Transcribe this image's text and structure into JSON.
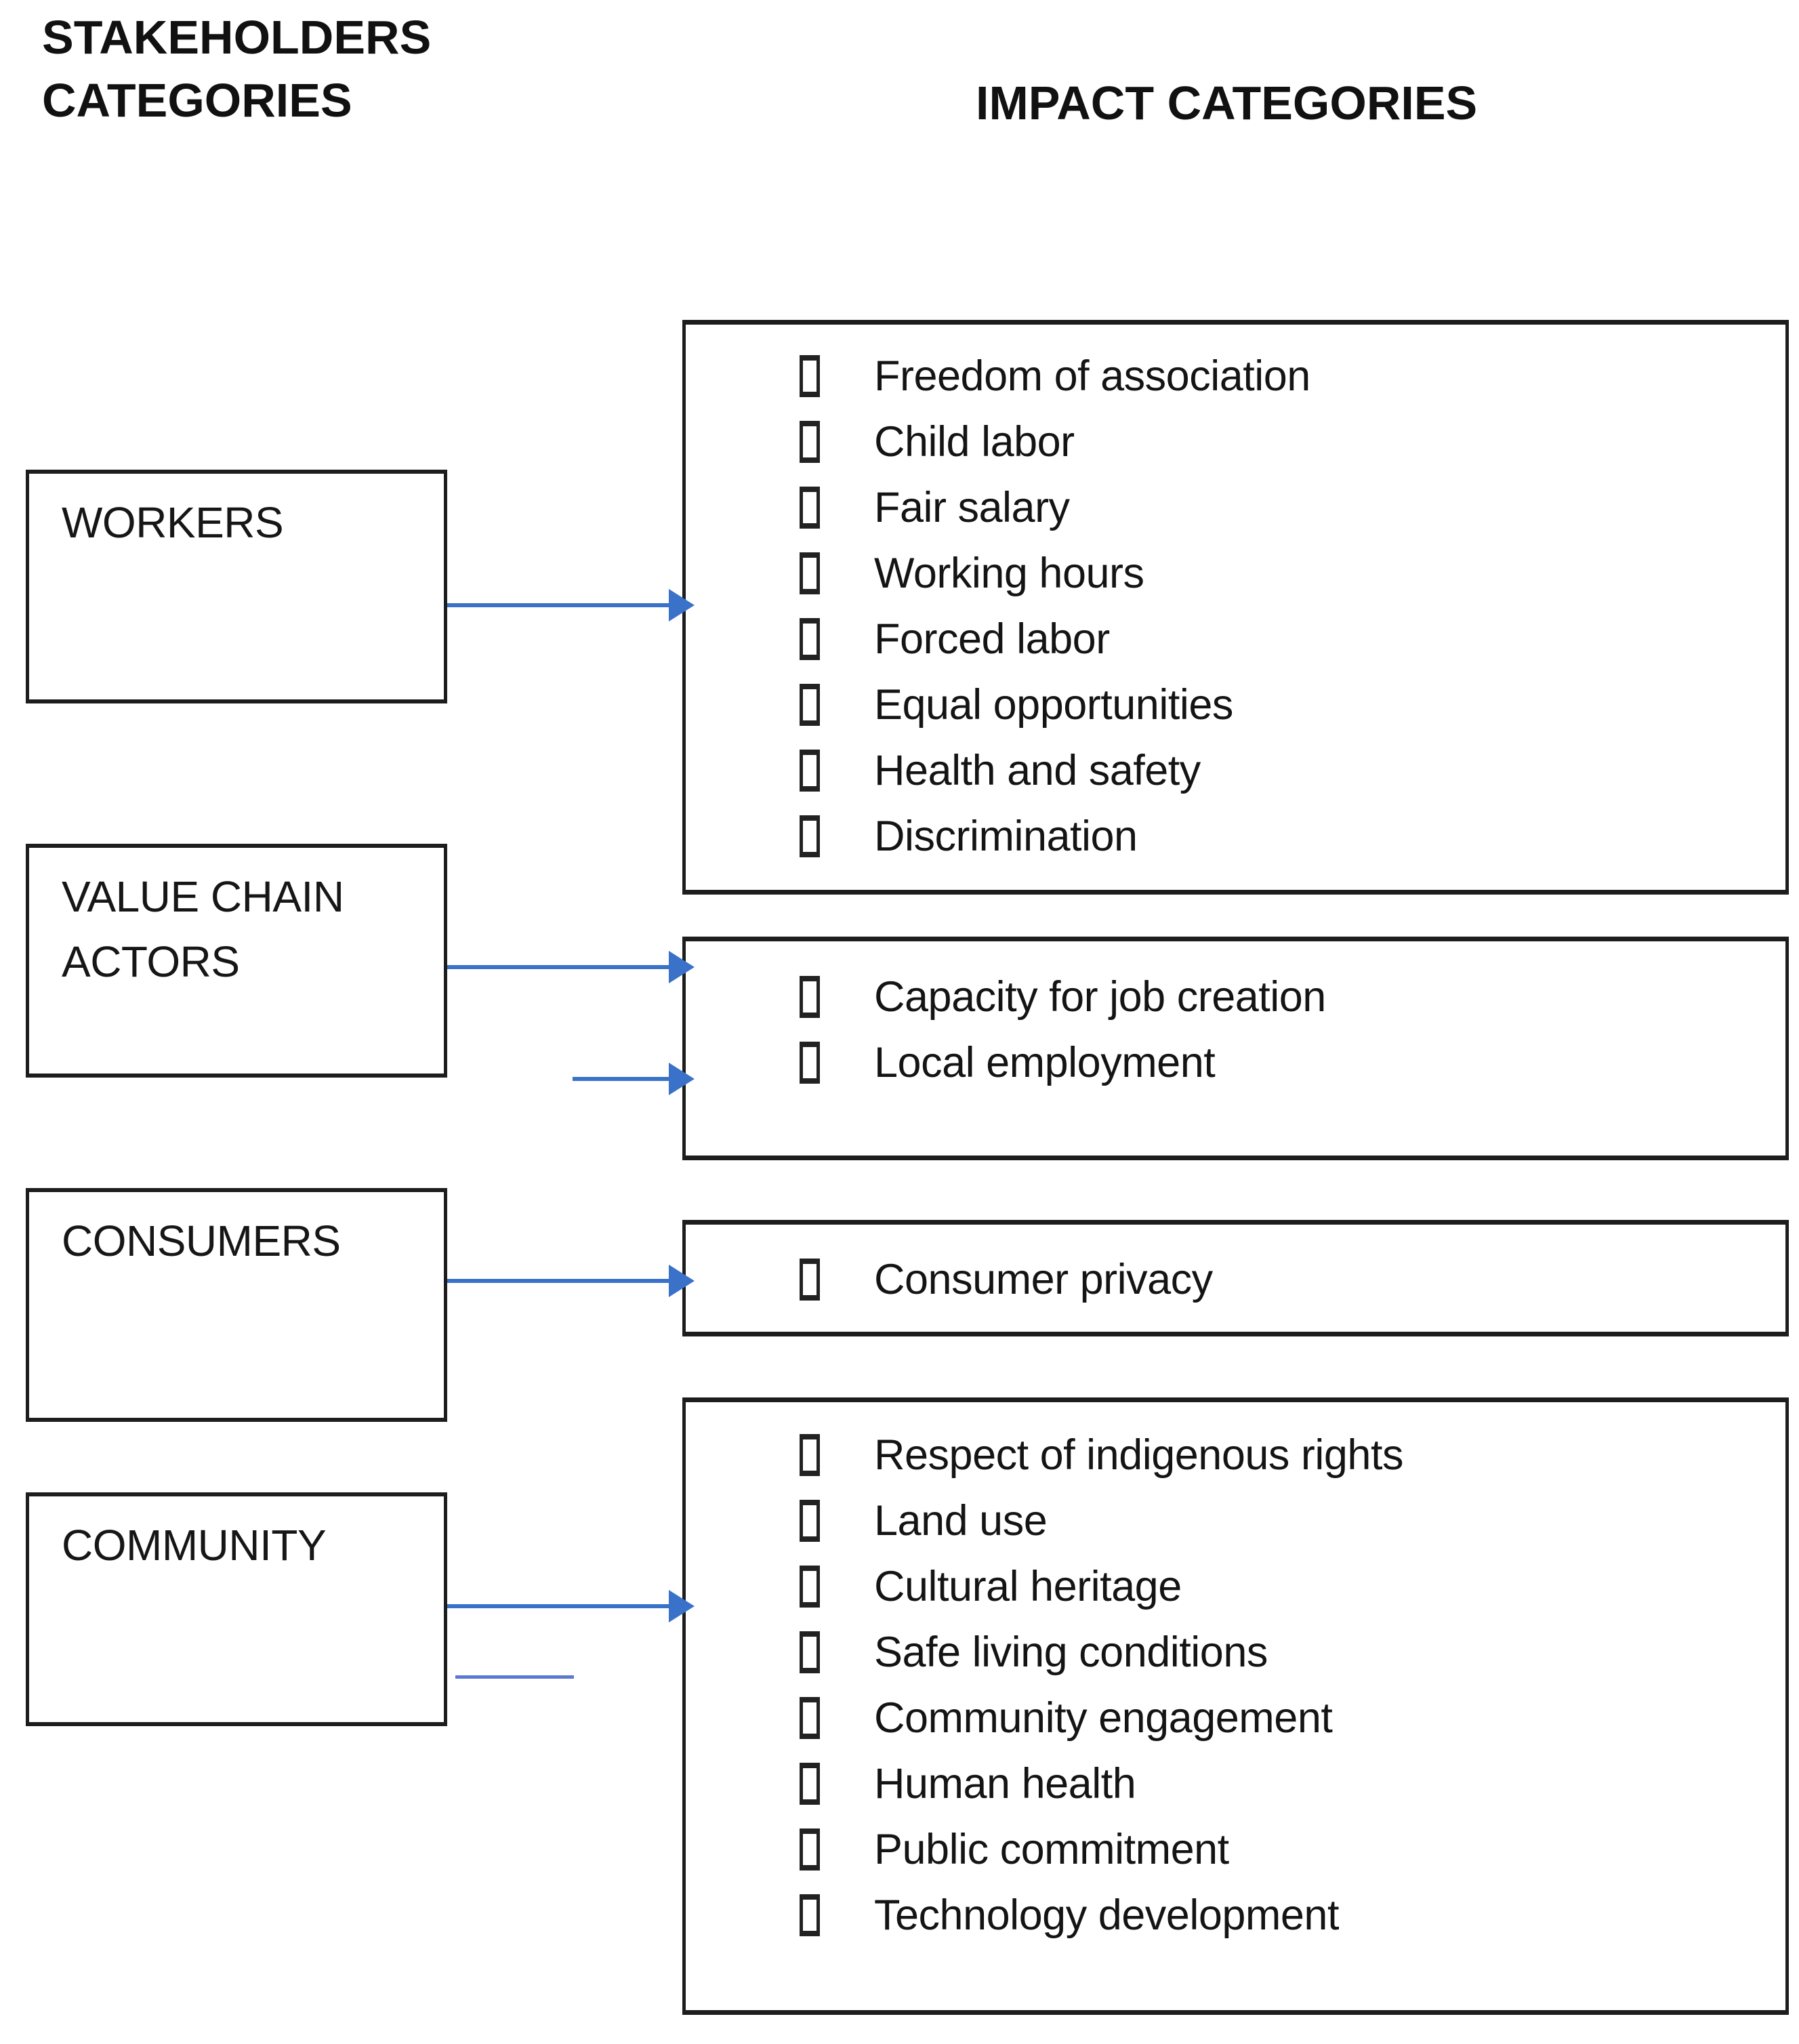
{
  "headings": {
    "stakeholders_line1": "STAKEHOLDERS",
    "stakeholders_line2": "CATEGORIES",
    "impact": "IMPACT CATEGORIES"
  },
  "stakeholders": {
    "workers": {
      "lines": [
        "WORKERS"
      ]
    },
    "value_chain_actors": {
      "lines": [
        "VALUE CHAIN",
        "ACTORS"
      ]
    },
    "consumers": {
      "lines": [
        "CONSUMERS"
      ]
    },
    "community": {
      "lines": [
        "COMMUNITY"
      ]
    }
  },
  "impacts": {
    "workers": {
      "items": [
        "Freedom of association",
        "Child labor",
        "Fair salary",
        "Working hours",
        "Forced labor",
        "Equal opportunities",
        "Health and safety",
        "Discrimination"
      ]
    },
    "value_chain_actors": {
      "items": [
        "Capacity for job creation",
        "Local employment"
      ]
    },
    "consumers": {
      "items": [
        "Consumer privacy"
      ]
    },
    "community": {
      "items": [
        "Respect of indigenous rights",
        "Land use",
        "Cultural heritage",
        "Safe living conditions",
        "Community engagement",
        "Human health",
        "Public commitment",
        "Technology development"
      ]
    }
  },
  "style": {
    "arrow_color": "#3a72c9",
    "stub_line_color": "#5b79d0",
    "box_border_color": "#1d1d1d",
    "bullet_glyph": "missing-glyph-box"
  }
}
